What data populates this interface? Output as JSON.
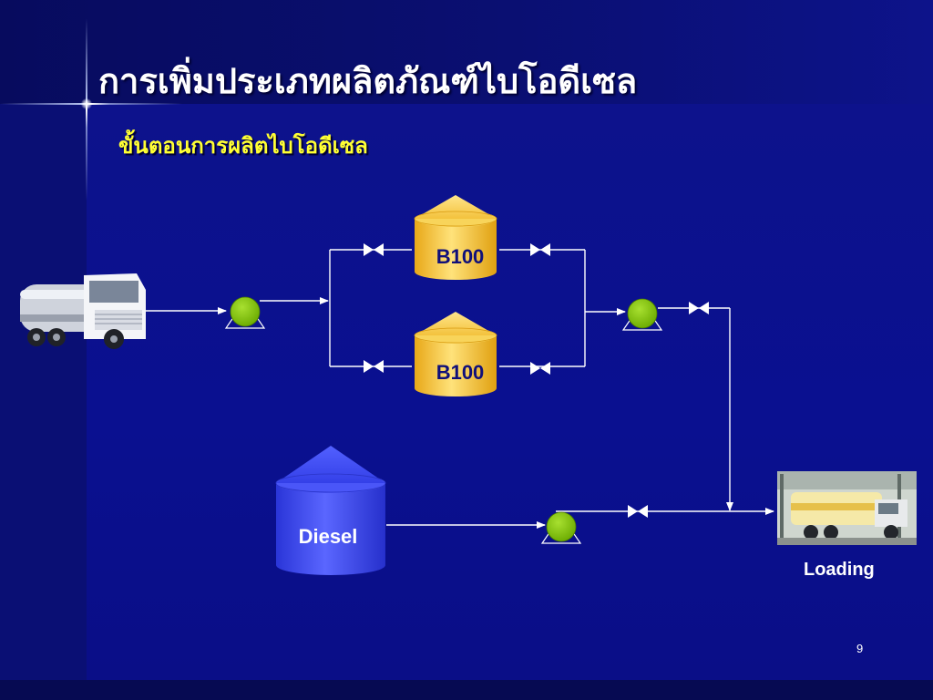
{
  "slide": {
    "title": "การเพิ่มประเภทผลิตภัณฑ์ไบโอดีเซล",
    "subtitle": "ขั้นตอนการผลิตไบโอดีเซล",
    "page_number": "9"
  },
  "diagram": {
    "tanks": {
      "b100_upper": "B100",
      "b100_lower": "B100",
      "diesel": "Diesel"
    },
    "destination_label": "Loading",
    "colors": {
      "background": "#0b0f7a",
      "title_text": "#ffffff",
      "subtitle_text": "#ffff33",
      "b100_tank": "#f5c540",
      "b100_text": "#10107a",
      "diesel_tank": "#3c49f0",
      "diesel_text": "#ffffff",
      "pump": "#88cc11",
      "pipe": "#ffffff"
    },
    "icons": [
      "tanker-truck-icon",
      "pump-icon",
      "valve-icon",
      "loading-truck-icon"
    ]
  }
}
